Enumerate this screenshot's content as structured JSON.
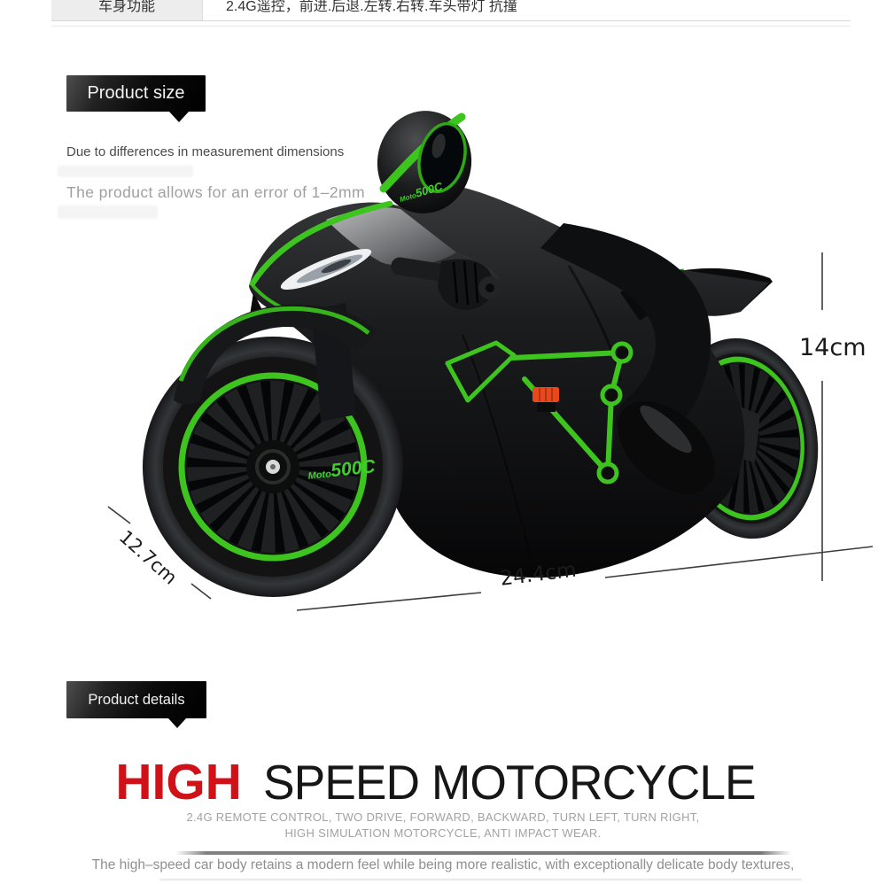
{
  "spec_table": {
    "rows": [
      {
        "label": "车身功能",
        "value": "2.4G遥控，前进.后退.左转.右转.车头带灯 抗撞"
      }
    ]
  },
  "size_section": {
    "badge_label": "Product size",
    "note_line1": "Due to differences in measurement dimensions",
    "note_line2": "The product allows for an error of 1–2mm",
    "dim_height": "14cm",
    "dim_wheel": "12.7cm",
    "dim_length": "24.4cm",
    "bike": {
      "logo_prefix": "Moto",
      "logo_model": "500C"
    }
  },
  "details_section": {
    "badge_label": "Product details",
    "heading_accent": "HIGH",
    "heading_main": "SPEED MOTORCYCLE",
    "tagline_line1": "2.4G REMOTE CONTROL, TWO DRIVE, FORWARD, BACKWARD, TURN LEFT, TURN RIGHT,",
    "tagline_line2": "HIGH SIMULATION MOTORCYCLE, ANTI IMPACT WEAR.",
    "description": "The high–speed car body retains a modern feel while being more realistic, with exceptionally delicate body textures,"
  },
  "colors": {
    "accent_green": "#3ec41e",
    "heading_red": "#d01218",
    "switch_orange": "#e8481c",
    "badge_black": "#0a0a0a"
  }
}
